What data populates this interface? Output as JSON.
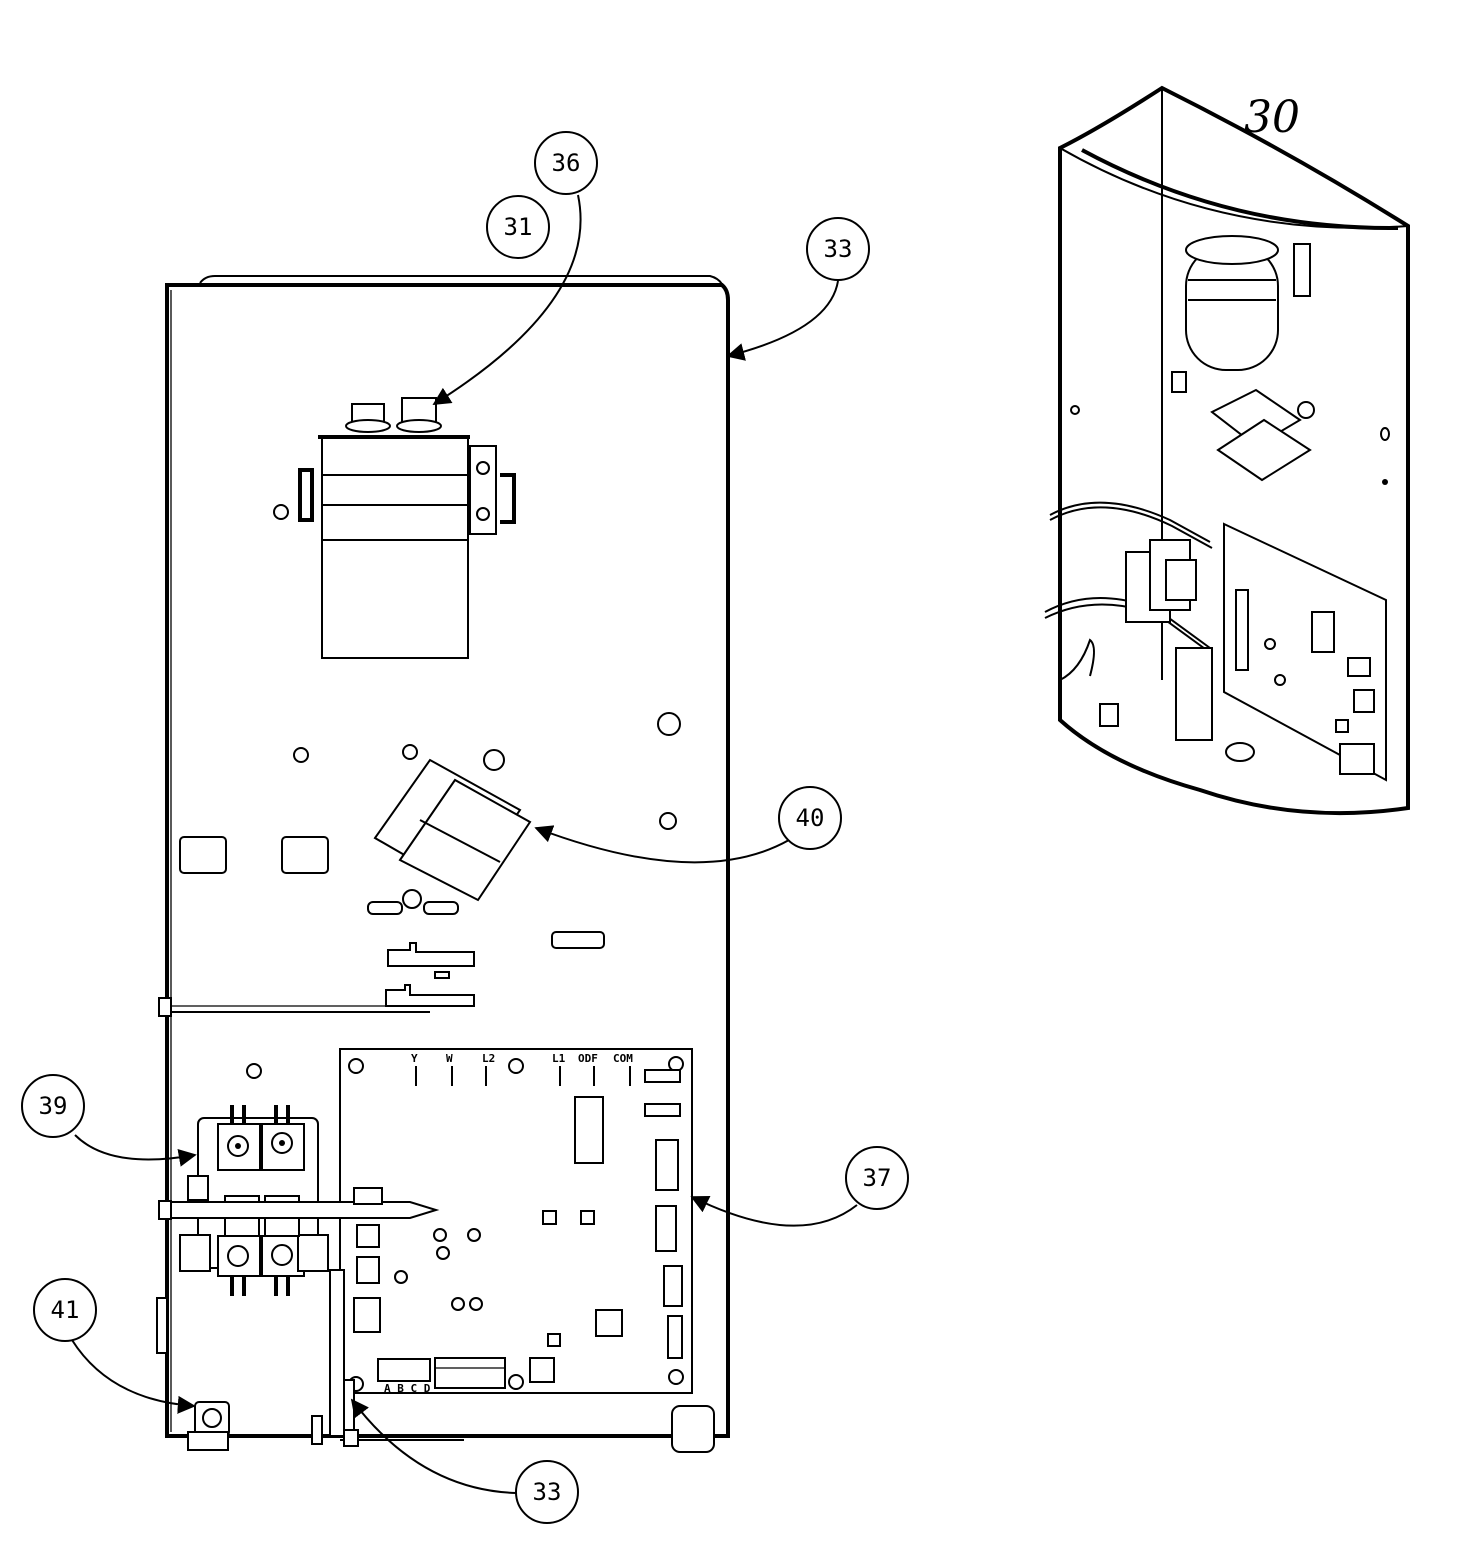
{
  "assembly_label": "30",
  "callouts": [
    {
      "id": "c36",
      "label": "36"
    },
    {
      "id": "c31",
      "label": "31"
    },
    {
      "id": "c33a",
      "label": "33"
    },
    {
      "id": "c40",
      "label": "40"
    },
    {
      "id": "c39",
      "label": "39"
    },
    {
      "id": "c37",
      "label": "37"
    },
    {
      "id": "c41",
      "label": "41"
    },
    {
      "id": "c33b",
      "label": "33"
    }
  ],
  "board_terminals": [
    "Y",
    "W",
    "L2",
    "L1",
    "ODF",
    "COM"
  ],
  "board_plug_labels": [
    "A B C D"
  ]
}
